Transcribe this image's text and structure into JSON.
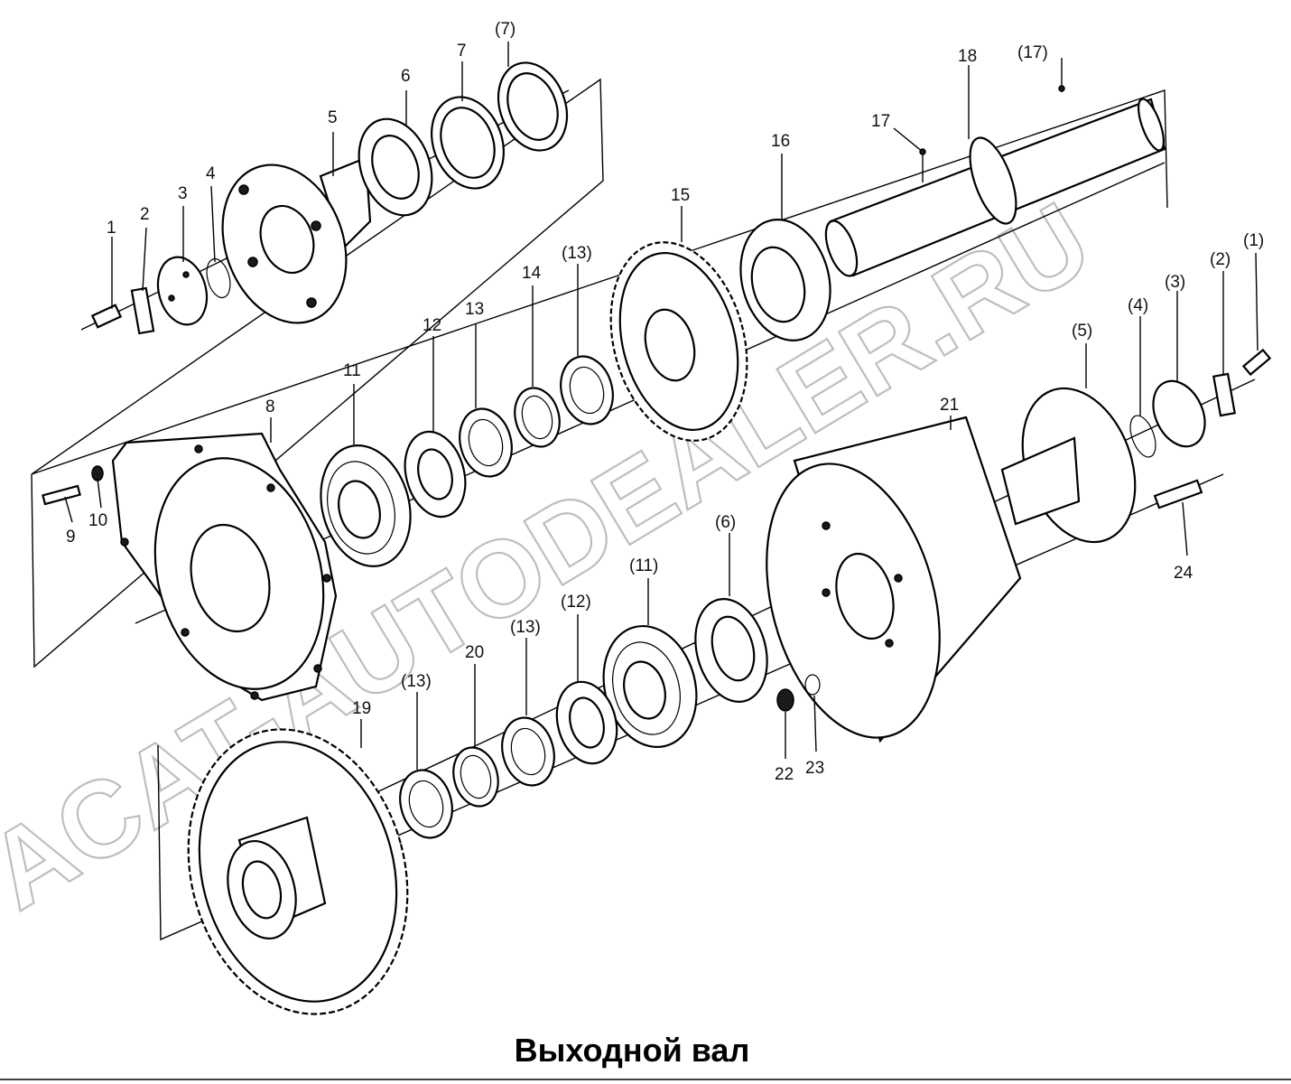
{
  "title": "Выходной вал",
  "watermark": "ACAT-AUTODEALER.RU",
  "labels": [
    {
      "id": "p1",
      "text": "1"
    },
    {
      "id": "p2",
      "text": "2"
    },
    {
      "id": "p3",
      "text": "3"
    },
    {
      "id": "p4",
      "text": "4"
    },
    {
      "id": "p5",
      "text": "5"
    },
    {
      "id": "p6",
      "text": "6"
    },
    {
      "id": "p7",
      "text": "7"
    },
    {
      "id": "p7b",
      "text": "(7)"
    },
    {
      "id": "p8",
      "text": "8"
    },
    {
      "id": "p9",
      "text": "9"
    },
    {
      "id": "p10",
      "text": "10"
    },
    {
      "id": "p11",
      "text": "11"
    },
    {
      "id": "p12",
      "text": "12"
    },
    {
      "id": "p13",
      "text": "13"
    },
    {
      "id": "p14",
      "text": "14"
    },
    {
      "id": "p13b",
      "text": "(13)"
    },
    {
      "id": "p15",
      "text": "15"
    },
    {
      "id": "p16",
      "text": "16"
    },
    {
      "id": "p17",
      "text": "17"
    },
    {
      "id": "p18",
      "text": "18"
    },
    {
      "id": "p17b",
      "text": "(17)"
    },
    {
      "id": "p1b",
      "text": "(1)"
    },
    {
      "id": "p2b",
      "text": "(2)"
    },
    {
      "id": "p3b",
      "text": "(3)"
    },
    {
      "id": "p4b",
      "text": "(4)"
    },
    {
      "id": "p5b",
      "text": "(5)"
    },
    {
      "id": "p21",
      "text": "21"
    },
    {
      "id": "p24",
      "text": "24"
    },
    {
      "id": "p6b",
      "text": "(6)"
    },
    {
      "id": "p11b",
      "text": "(11)"
    },
    {
      "id": "p12b",
      "text": "(12)"
    },
    {
      "id": "p13c",
      "text": "(13)"
    },
    {
      "id": "p20",
      "text": "20"
    },
    {
      "id": "p13d",
      "text": "(13)"
    },
    {
      "id": "p19",
      "text": "19"
    },
    {
      "id": "p22",
      "text": "22"
    },
    {
      "id": "p23",
      "text": "23"
    }
  ]
}
